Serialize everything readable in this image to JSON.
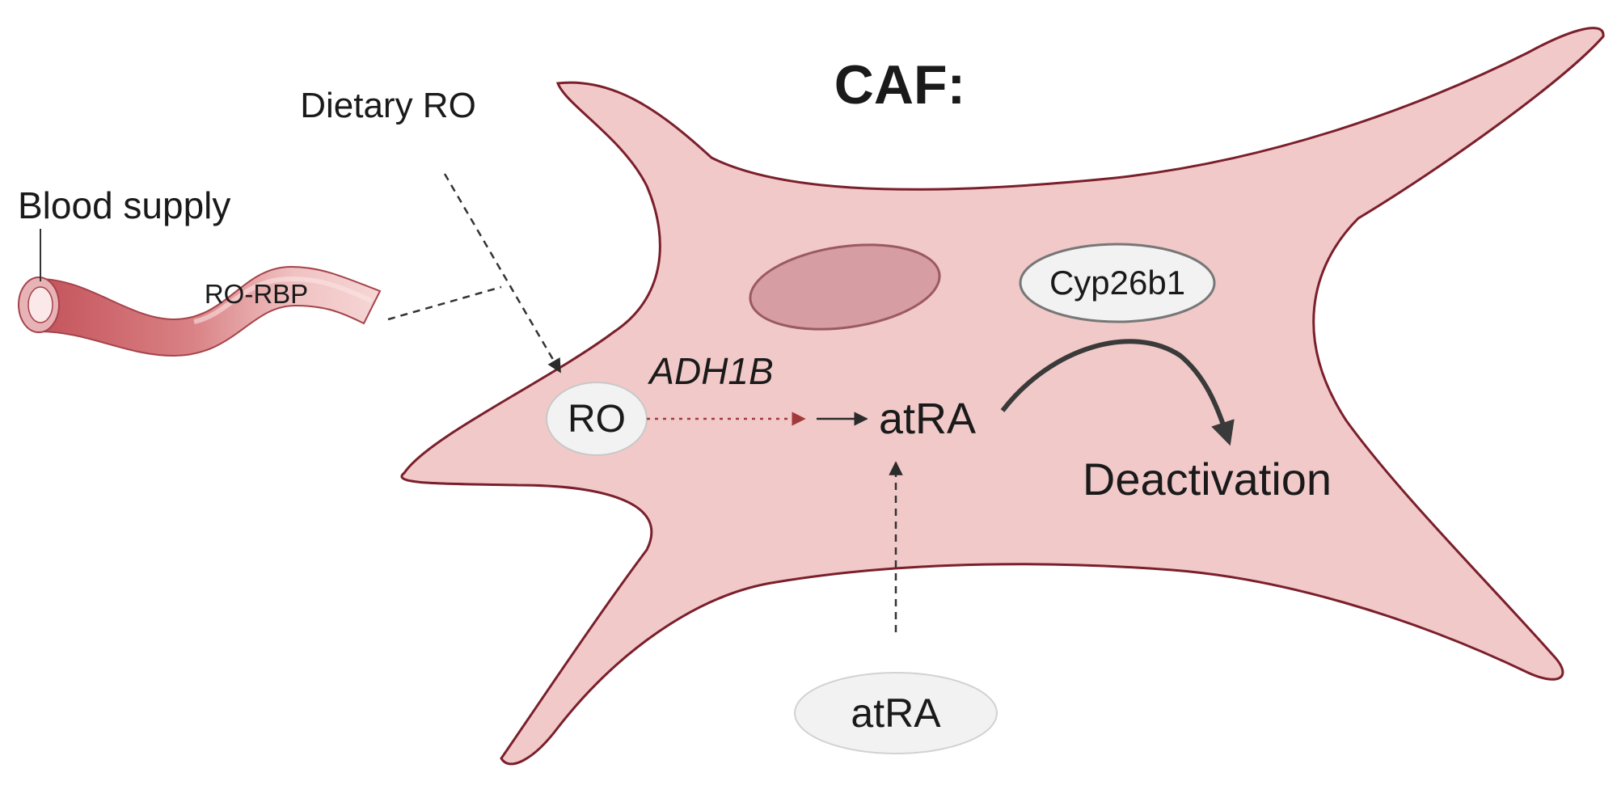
{
  "title": "CAF:",
  "labels": {
    "dietary_ro": "Dietary RO",
    "blood_supply": "Blood supply",
    "ro_rbp": "RO-RBP",
    "ro": "RO",
    "adh1b": "ADH1B",
    "atra_inner": "atRA",
    "cyp26b1": "Cyp26b1",
    "deactivation": "Deactivation",
    "atra_outer": "atRA"
  },
  "colors": {
    "cell_fill": "#f2c9c9",
    "cell_stroke": "#7a1f2b",
    "nucleus_fill": "#d69ea2",
    "nucleus_stroke": "#9a5a60",
    "vessel_fill": "#d98080",
    "vessel_dark": "#b8474f",
    "bubble_fill": "#f2f2f2",
    "bubble_stroke": "#c4c4c4",
    "red_dotted_arrow": "#a33a3a",
    "dark_arrow": "#3a3a3a"
  }
}
